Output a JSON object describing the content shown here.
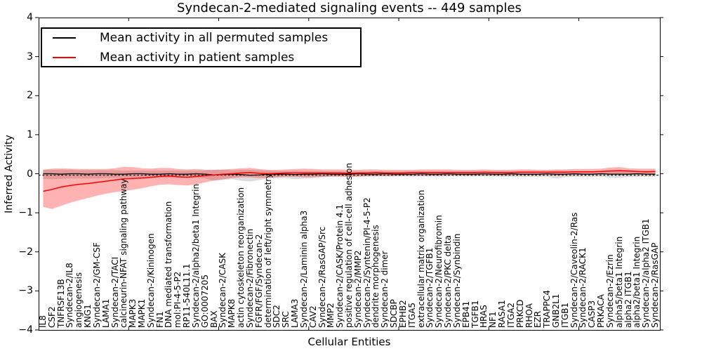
{
  "title": "Syndecan-2-mediated signaling events -- 449 samples",
  "legend": {
    "items": [
      {
        "label": "Mean activity in all permuted samples",
        "color": "#000000"
      },
      {
        "label": "Mean activity in patient samples",
        "color": "#ff0000"
      }
    ]
  },
  "axes": {
    "ylabel": "Inferred Activity",
    "xlabel": "Cellular Entities",
    "yticks": [
      "4",
      "3",
      "2",
      "1",
      "0",
      "−1",
      "−2",
      "−3",
      "−4"
    ],
    "ylim": [
      -4,
      4
    ]
  },
  "colors": {
    "patient_line": "#ff0000",
    "permuted_line": "#000000",
    "patient_band": "#ff0000",
    "permuted_band": "#bfbfbf"
  },
  "chart_data": {
    "type": "line",
    "title": "Syndecan-2-mediated signaling events -- 449 samples",
    "xlabel": "Cellular Entities",
    "ylabel": "Inferred Activity",
    "ylim": [
      -4,
      4
    ],
    "grid": false,
    "legend_position": "upper left",
    "xtick_interval": 10,
    "categories": [
      "IL8",
      "CSF2",
      "TNFRSF13B",
      "Syndecan-2/IL8",
      "angiogenesis",
      "KNG1",
      "Syndecan-2/GM-CSF",
      "LAMA1",
      "Syndecan-2/TACI",
      "calcineurin-NFAT signaling pathway",
      "MAPK3",
      "MAPK1",
      "Syndecan-2/Kininogen",
      "FN1",
      "DNA mediated transformation",
      "mol:PI-4-5-P2",
      "RP11-540L11.1",
      "Syndecan-2/alpha2/beta1 Integrin",
      "GO:0007205",
      "BAX",
      "Syndecan-2/CASK",
      "MAPK8",
      "actin cytoskeleton reorganization",
      "Syndecan-2/Fibronectin",
      "FGFR/FGF/Syndecan-2",
      "determination of left/right symmetry",
      "SDC2",
      "SRC",
      "LAMA3",
      "Syndecan-2/Laminin alpha3",
      "CAV2",
      "Syndecan-2/RasGAP/Src",
      "MMP2",
      "Syndecan-2/CASK/Protein 4.1",
      "positive regulation of cell-cell adhesion",
      "Syndecan-2/MMP2",
      "Syndecan-2/Syntenin/PI-4-5-P2",
      "dendrite morphogenesis",
      "Syndecan-2 dimer",
      "SDCBP",
      "EPHB2",
      "ITGA5",
      "extracellular matrix organization",
      "Syndecan-2/TGFB1",
      "Syndecan-2/Neurofibromin",
      "Syndecan-2/PKC delta",
      "Syndecan-2/Synbindin",
      "EPB41",
      "TGFB1",
      "HRAS",
      "NF1",
      "RASA1",
      "ITGA2",
      "PRKCD",
      "RHOA",
      "EZR",
      "TRAPPC4",
      "GNB2L1",
      "ITGB1",
      "Syndecan-2/Caveolin-2/Ras",
      "Syndecan-2/RACK1",
      "CASP3",
      "PRKACA",
      "Syndecan-2/Ezrin",
      "alpha5/beta1 Integrin",
      "alpha2 ITGB1",
      "alpha2/beta1 Integrin",
      "Syndecan-2/alpha2 ITGB1",
      "Syndecan-2/RasGAP"
    ],
    "series": [
      {
        "name": "Mean activity in all permuted samples",
        "color": "#000000",
        "values": [
          0.0,
          0.0,
          -0.01,
          0.0,
          0.0,
          -0.01,
          0.0,
          0.0,
          -0.01,
          -0.01,
          0.0,
          0.0,
          -0.01,
          -0.01,
          0.0,
          -0.01,
          -0.01,
          0.0,
          -0.01,
          -0.03,
          -0.02,
          -0.01,
          -0.02,
          -0.04,
          -0.03,
          -0.01,
          -0.01,
          -0.01,
          -0.02,
          -0.01,
          -0.01,
          0.0,
          -0.01,
          -0.01,
          -0.01,
          0.0,
          -0.01,
          -0.01,
          0.0,
          -0.01,
          -0.01,
          -0.01,
          0.0,
          -0.01,
          -0.01,
          0.0,
          -0.01,
          -0.01,
          -0.01,
          0.0,
          -0.01,
          -0.01,
          0.0,
          -0.01,
          -0.01,
          -0.01,
          0.0,
          -0.01,
          -0.01,
          0.0,
          -0.01,
          -0.01,
          0.0,
          -0.01,
          -0.01,
          -0.01,
          0.0,
          -0.01,
          -0.01
        ],
        "band_low": [
          -0.13,
          -0.14,
          -0.13,
          -0.12,
          -0.12,
          -0.12,
          -0.12,
          -0.11,
          -0.11,
          -0.1,
          -0.1,
          -0.1,
          -0.1,
          -0.1,
          -0.1,
          -0.1,
          -0.1,
          -0.1,
          -0.12,
          -0.18,
          -0.16,
          -0.14,
          -0.18,
          -0.2,
          -0.16,
          -0.12,
          -0.11,
          -0.11,
          -0.14,
          -0.12,
          -0.11,
          -0.09,
          -0.08,
          -0.08,
          -0.08,
          -0.08,
          -0.07,
          -0.07,
          -0.07,
          -0.07,
          -0.07,
          -0.07,
          -0.07,
          -0.07,
          -0.07,
          -0.07,
          -0.07,
          -0.07,
          -0.07,
          -0.07,
          -0.07,
          -0.08,
          -0.08,
          -0.08,
          -0.08,
          -0.08,
          -0.08,
          -0.12,
          -0.09,
          -0.08,
          -0.08,
          -0.08,
          -0.08,
          -0.1,
          -0.1,
          -0.09,
          -0.08,
          -0.08,
          -0.08
        ],
        "band_high": [
          0.1,
          0.1,
          0.1,
          0.1,
          0.09,
          0.09,
          0.09,
          0.09,
          0.09,
          0.08,
          0.08,
          0.08,
          0.08,
          0.08,
          0.08,
          0.08,
          0.08,
          0.08,
          0.09,
          0.1,
          0.1,
          0.09,
          0.1,
          0.1,
          0.09,
          0.08,
          0.07,
          0.07,
          0.08,
          0.07,
          0.07,
          0.07,
          0.06,
          0.06,
          0.06,
          0.06,
          0.06,
          0.06,
          0.06,
          0.06,
          0.06,
          0.06,
          0.06,
          0.06,
          0.06,
          0.06,
          0.06,
          0.06,
          0.06,
          0.06,
          0.06,
          0.06,
          0.06,
          0.06,
          0.06,
          0.06,
          0.06,
          0.08,
          0.07,
          0.06,
          0.06,
          0.06,
          0.06,
          0.07,
          0.07,
          0.07,
          0.06,
          0.06,
          0.06
        ]
      },
      {
        "name": "Mean activity in patient samples",
        "color": "#ff0000",
        "values": [
          -0.45,
          -0.4,
          -0.34,
          -0.3,
          -0.27,
          -0.25,
          -0.22,
          -0.19,
          -0.16,
          -0.13,
          -0.12,
          -0.11,
          -0.09,
          -0.07,
          -0.06,
          -0.08,
          -0.09,
          -0.07,
          -0.05,
          -0.03,
          -0.01,
          0.0,
          0.02,
          0.03,
          0.01,
          0.0,
          0.01,
          0.02,
          0.02,
          0.02,
          0.02,
          0.02,
          0.02,
          0.02,
          0.01,
          0.02,
          0.02,
          0.03,
          0.02,
          0.02,
          0.02,
          0.03,
          0.03,
          0.03,
          0.03,
          0.03,
          0.03,
          0.03,
          0.03,
          0.04,
          0.03,
          0.03,
          0.03,
          0.04,
          0.04,
          0.04,
          0.04,
          0.04,
          0.04,
          0.05,
          0.05,
          0.05,
          0.06,
          0.07,
          0.08,
          0.07,
          0.06,
          0.05,
          0.06
        ],
        "band_low": [
          -0.85,
          -0.9,
          -0.82,
          -0.74,
          -0.68,
          -0.62,
          -0.56,
          -0.51,
          -0.47,
          -0.44,
          -0.41,
          -0.37,
          -0.32,
          -0.28,
          -0.27,
          -0.29,
          -0.3,
          -0.27,
          -0.22,
          -0.17,
          -0.14,
          -0.11,
          -0.09,
          -0.09,
          -0.11,
          -0.1,
          -0.09,
          -0.08,
          -0.08,
          -0.09,
          -0.09,
          -0.08,
          -0.07,
          -0.07,
          -0.08,
          -0.07,
          -0.06,
          -0.06,
          -0.06,
          -0.06,
          -0.05,
          -0.05,
          -0.05,
          -0.05,
          -0.05,
          -0.04,
          -0.04,
          -0.04,
          -0.04,
          -0.04,
          -0.04,
          -0.04,
          -0.04,
          -0.03,
          -0.03,
          -0.03,
          -0.03,
          -0.04,
          -0.03,
          -0.03,
          -0.02,
          -0.02,
          -0.02,
          -0.02,
          -0.01,
          -0.02,
          -0.02,
          -0.02,
          -0.01
        ],
        "band_high": [
          0.1,
          0.13,
          0.14,
          0.13,
          0.12,
          0.12,
          0.12,
          0.12,
          0.14,
          0.18,
          0.17,
          0.14,
          0.13,
          0.15,
          0.15,
          0.12,
          0.11,
          0.12,
          0.1,
          0.1,
          0.11,
          0.12,
          0.14,
          0.15,
          0.12,
          0.1,
          0.1,
          0.11,
          0.12,
          0.13,
          0.12,
          0.11,
          0.11,
          0.11,
          0.1,
          0.1,
          0.11,
          0.11,
          0.1,
          0.1,
          0.1,
          0.1,
          0.11,
          0.11,
          0.11,
          0.11,
          0.1,
          0.1,
          0.1,
          0.11,
          0.1,
          0.1,
          0.1,
          0.11,
          0.11,
          0.1,
          0.1,
          0.11,
          0.11,
          0.12,
          0.12,
          0.12,
          0.13,
          0.16,
          0.17,
          0.14,
          0.13,
          0.13,
          0.13
        ]
      }
    ],
    "zero_reference_line": {
      "value": 0,
      "style": "dashed",
      "color": "#000000"
    }
  }
}
